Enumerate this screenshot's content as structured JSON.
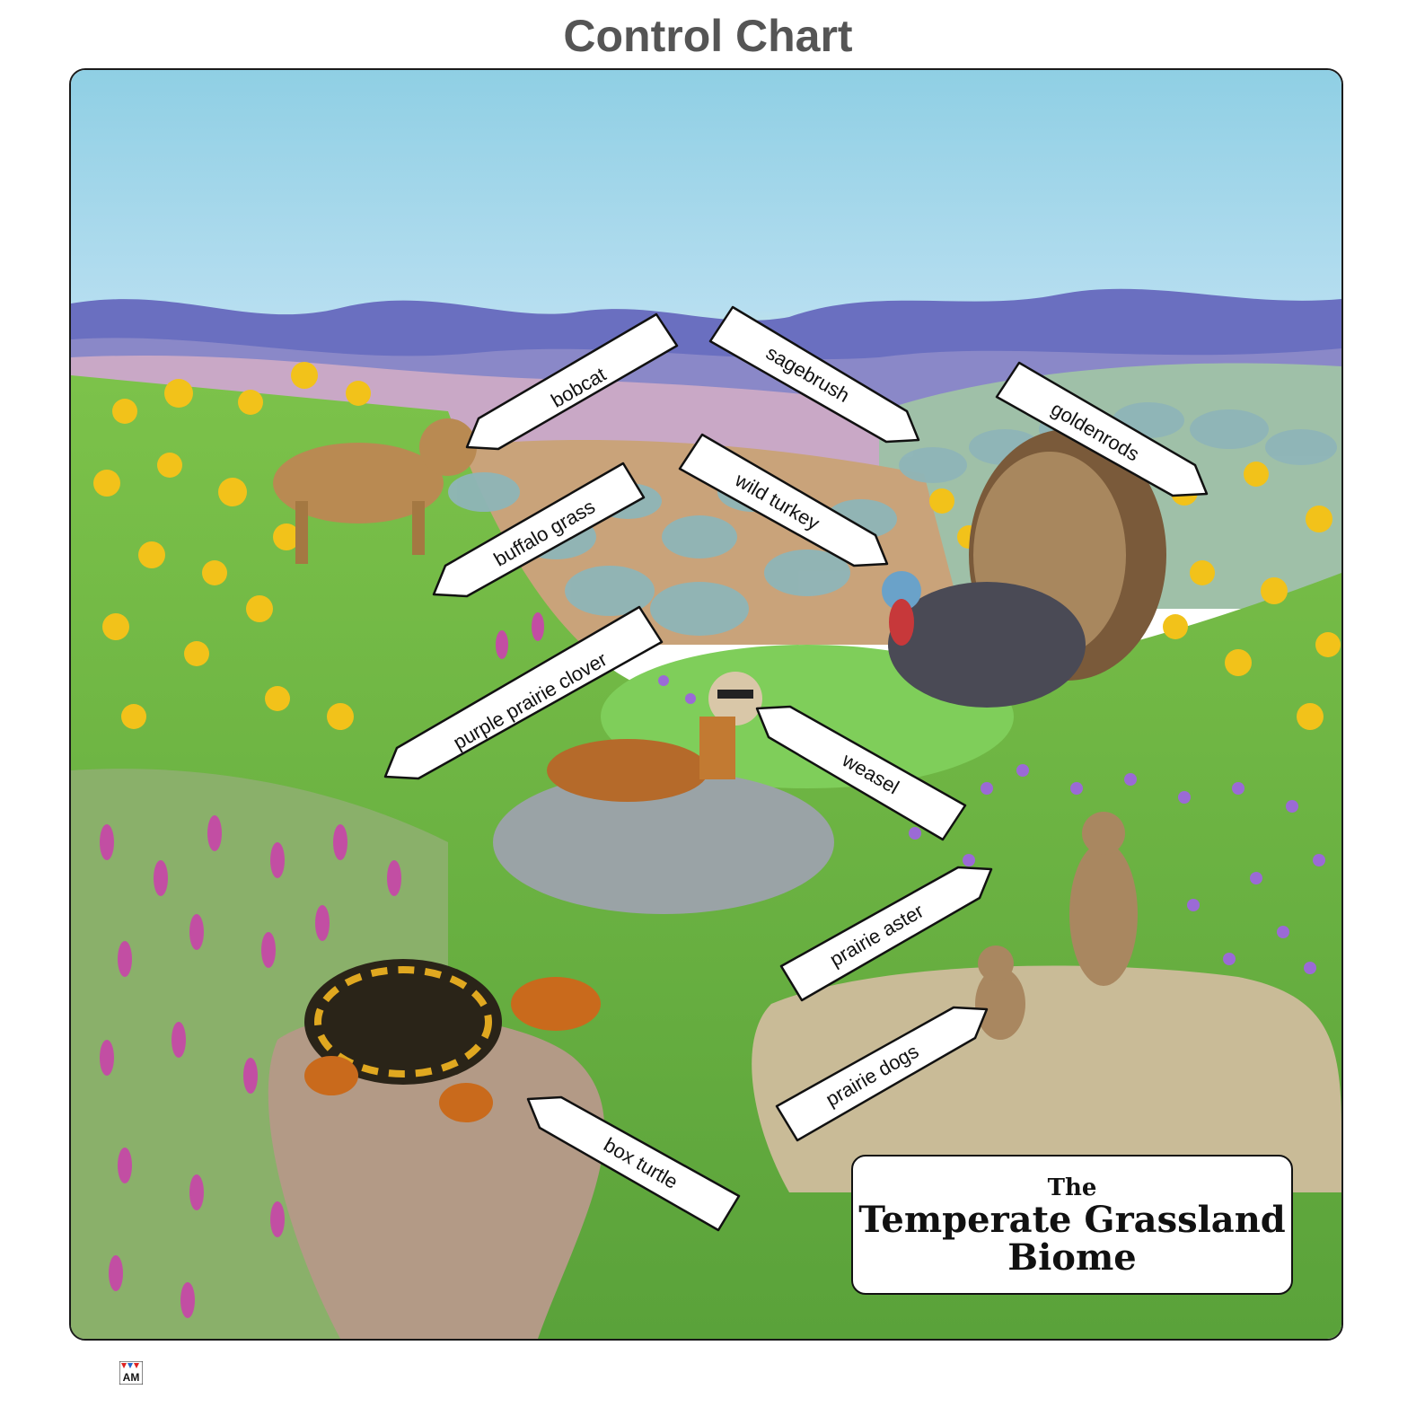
{
  "title": "Control Chart",
  "labels": {
    "bobcat": "bobcat",
    "sagebrush": "sagebrush",
    "goldenrods": "goldenrods",
    "buffalo_grass": "buffalo grass",
    "wild_turkey": "wild turkey",
    "purple_prairie_clover": "purple prairie clover",
    "weasel": "weasel",
    "prairie_aster": "prairie aster",
    "prairie_dogs": "prairie dogs",
    "box_turtle": "box turtle"
  },
  "title_box": {
    "line1": "The",
    "line2": "Temperate Grassland",
    "line3": "Biome"
  },
  "logo_text": "AM",
  "colors": {
    "sky": "#9ed3e6",
    "mountains": "#6a6fc0",
    "grass": "#6dbb3c",
    "goldenrod": "#f2c21a",
    "clover": "#c24ea3",
    "aster": "#9b6ad6",
    "rock": "#9aa3a6",
    "dirt": "#b9a98a"
  }
}
